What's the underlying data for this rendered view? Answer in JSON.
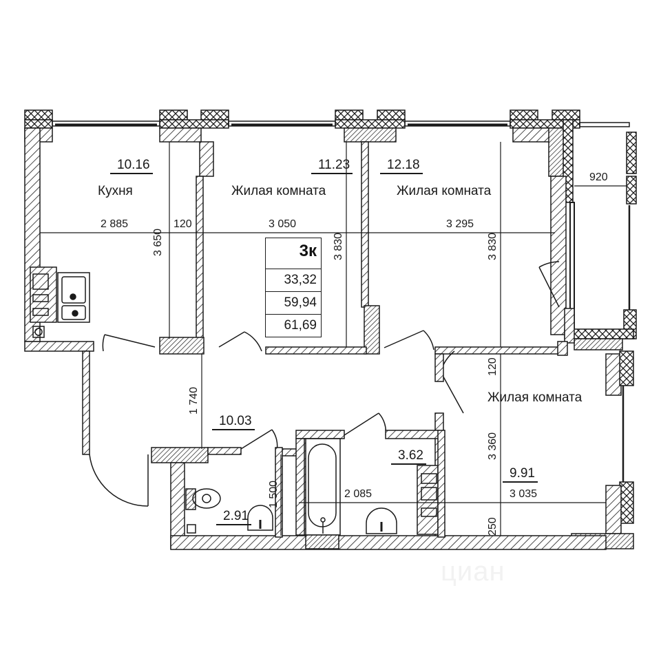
{
  "plan": {
    "apartment_type": "3к",
    "areas_summary": [
      "33,32",
      "59,94",
      "61,69"
    ],
    "watermark": "циан"
  },
  "rooms": [
    {
      "id": "kitchen",
      "name": "Кухня",
      "area": "10.16"
    },
    {
      "id": "living-1",
      "name": "Жилая комната",
      "area": "11.23"
    },
    {
      "id": "living-2",
      "name": "Жилая комната",
      "area": "12.18"
    },
    {
      "id": "living-3",
      "name": "Жилая комната",
      "area": "9.91"
    },
    {
      "id": "hallway",
      "name": "",
      "area": "10.03"
    },
    {
      "id": "toilet",
      "name": "",
      "area": "2.91"
    },
    {
      "id": "bathroom",
      "name": "",
      "area": "3.62"
    }
  ],
  "dimensions": {
    "kitchen_width": "2 885",
    "wall_120_top": "120",
    "living1_width": "3 050",
    "living2_width": "3 295",
    "balcony_width": "920",
    "kitchen_depth": "3 650",
    "living1_depth": "3 830",
    "living2_depth": "3 830",
    "hall_depth": "1 740",
    "toilet_depth": "1 500",
    "bath_width": "2 085",
    "living3_wall": "120",
    "living3_depth": "3 360",
    "living3_width": "3 035",
    "living3_bottom": "250"
  },
  "colors": {
    "line": "#1a1a1a",
    "background": "#ffffff",
    "watermark": "#f2f2f2"
  }
}
